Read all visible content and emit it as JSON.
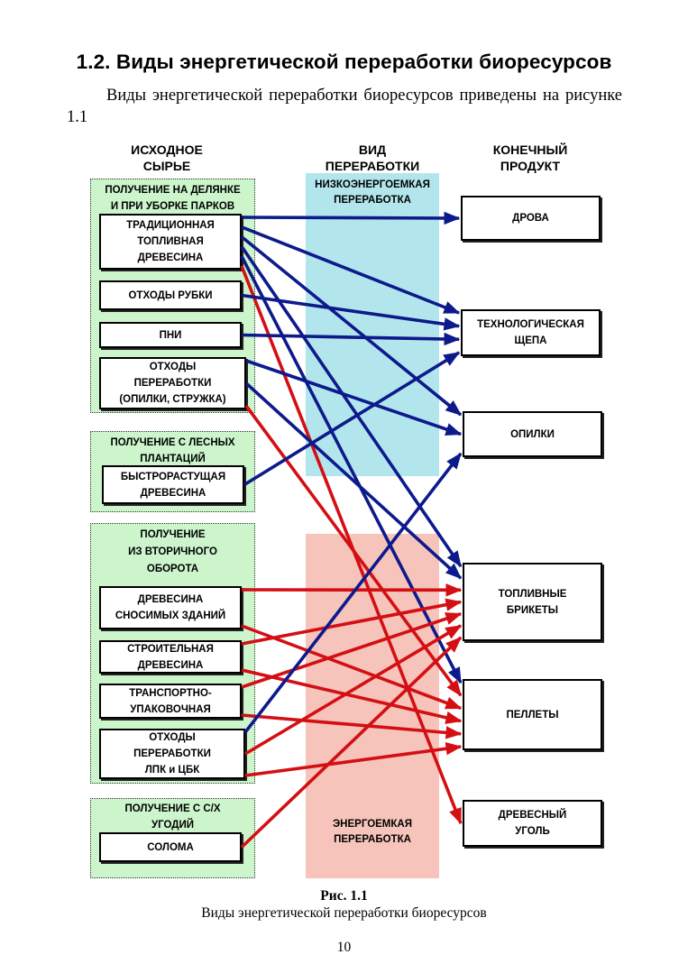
{
  "heading": "1.2. Виды энергетической переработки биоресурсов",
  "intro_text": "Виды энергетической переработки биоресурсов приведены на рисунке 1.1",
  "diagram": {
    "column_headers": {
      "source": [
        "ИСХОДНОЕ",
        "СЫРЬЕ"
      ],
      "processing": [
        "ВИД",
        "ПЕРЕРАБОТКИ"
      ],
      "product": [
        "КОНЕЧНЫЙ",
        "ПРОДУКТ"
      ]
    },
    "processing_types": {
      "low": {
        "lines": [
          "НИЗКОЭНЕРГОЕМКАЯ",
          "ПЕРЕРАБОТКА"
        ],
        "color": "#b3e6ec",
        "arrow_color": "#0d1a8c"
      },
      "high": {
        "lines": [
          "ЭНЕРГОЕМКАЯ",
          "ПЕРЕРАБОТКА"
        ],
        "color": "#f6c4ba",
        "arrow_color": "#d40f14"
      }
    },
    "groups": [
      {
        "id": "g1",
        "title": [
          "ПОЛУЧЕНИЕ НА ДЕЛЯНКЕ",
          "И ПРИ УБОРКЕ ПАРКОВ"
        ]
      },
      {
        "id": "g2",
        "title": [
          "ПОЛУЧЕНИЕ С ЛЕСНЫХ",
          "ПЛАНТАЦИЙ"
        ]
      },
      {
        "id": "g3",
        "title": [
          "ПОЛУЧЕНИЕ",
          "ИЗ ВТОРИЧНОГО",
          "ОБОРОТА"
        ]
      },
      {
        "id": "g4",
        "title": [
          "ПОЛУЧЕНИЕ С С/Х",
          "УГОДИЙ"
        ]
      }
    ],
    "sources": [
      {
        "id": "s1",
        "group": "g1",
        "lines": [
          "ТРАДИЦИОННАЯ",
          "ТОПЛИВНАЯ",
          "ДРЕВЕСИНА"
        ]
      },
      {
        "id": "s2",
        "group": "g1",
        "lines": [
          "ОТХОДЫ РУБКИ"
        ]
      },
      {
        "id": "s3",
        "group": "g1",
        "lines": [
          "ПНИ"
        ]
      },
      {
        "id": "s4",
        "group": "g1",
        "lines": [
          "ОТХОДЫ",
          "ПЕРЕРАБОТКИ",
          "(ОПИЛКИ, СТРУЖКА)"
        ]
      },
      {
        "id": "s5",
        "group": "g2",
        "lines": [
          "БЫСТРОРАСТУЩАЯ",
          "ДРЕВЕСИНА"
        ]
      },
      {
        "id": "s6",
        "group": "g3",
        "lines": [
          "ДРЕВЕСИНА",
          "СНОСИМЫХ ЗДАНИЙ"
        ]
      },
      {
        "id": "s7",
        "group": "g3",
        "lines": [
          "СТРОИТЕЛЬНАЯ",
          "ДРЕВЕСИНА"
        ]
      },
      {
        "id": "s8",
        "group": "g3",
        "lines": [
          "ТРАНСПОРТНО-",
          "УПАКОВОЧНАЯ"
        ]
      },
      {
        "id": "s9",
        "group": "g3",
        "lines": [
          "ОТХОДЫ",
          "ПЕРЕРАБОТКИ",
          "ЛПК и ЦБК"
        ]
      },
      {
        "id": "s10",
        "group": "g4",
        "lines": [
          "СОЛОМА"
        ]
      }
    ],
    "products": [
      {
        "id": "p1",
        "lines": [
          "ДРОВА"
        ]
      },
      {
        "id": "p2",
        "lines": [
          "ТЕХНОЛОГИЧЕСКАЯ",
          "ЩЕПА"
        ]
      },
      {
        "id": "p3",
        "lines": [
          "ОПИЛКИ"
        ]
      },
      {
        "id": "p4",
        "lines": [
          "ТОПЛИВНЫЕ",
          "БРИКЕТЫ"
        ]
      },
      {
        "id": "p5",
        "lines": [
          "ПЕЛЛЕТЫ"
        ]
      },
      {
        "id": "p6",
        "lines": [
          "ДРЕВЕСНЫЙ",
          "УГОЛЬ"
        ]
      }
    ],
    "flows": [
      {
        "from": "s1",
        "to": "p1",
        "type": "low"
      },
      {
        "from": "s1",
        "to": "p2",
        "type": "low"
      },
      {
        "from": "s1",
        "to": "p3",
        "type": "low"
      },
      {
        "from": "s1",
        "to": "p4",
        "type": "low"
      },
      {
        "from": "s1",
        "to": "p5",
        "type": "low"
      },
      {
        "from": "s1",
        "to": "p6",
        "type": "high"
      },
      {
        "from": "s2",
        "to": "p2",
        "type": "low"
      },
      {
        "from": "s3",
        "to": "p2",
        "type": "low"
      },
      {
        "from": "s4",
        "to": "p3",
        "type": "low"
      },
      {
        "from": "s4",
        "to": "p4",
        "type": "low"
      },
      {
        "from": "s4",
        "to": "p5",
        "type": "high"
      },
      {
        "from": "s5",
        "to": "p2",
        "type": "low"
      },
      {
        "from": "s6",
        "to": "p4",
        "type": "high"
      },
      {
        "from": "s6",
        "to": "p5",
        "type": "high"
      },
      {
        "from": "s7",
        "to": "p4",
        "type": "high"
      },
      {
        "from": "s7",
        "to": "p5",
        "type": "high"
      },
      {
        "from": "s8",
        "to": "p4",
        "type": "high"
      },
      {
        "from": "s8",
        "to": "p5",
        "type": "high"
      },
      {
        "from": "s9",
        "to": "p3",
        "type": "low"
      },
      {
        "from": "s9",
        "to": "p4",
        "type": "high"
      },
      {
        "from": "s9",
        "to": "p5",
        "type": "high"
      },
      {
        "from": "s10",
        "to": "p4",
        "type": "high"
      }
    ]
  },
  "figure_label": "Рис. 1.1",
  "figure_caption": "Виды энергетической переработки биоресурсов",
  "page_number": "10"
}
